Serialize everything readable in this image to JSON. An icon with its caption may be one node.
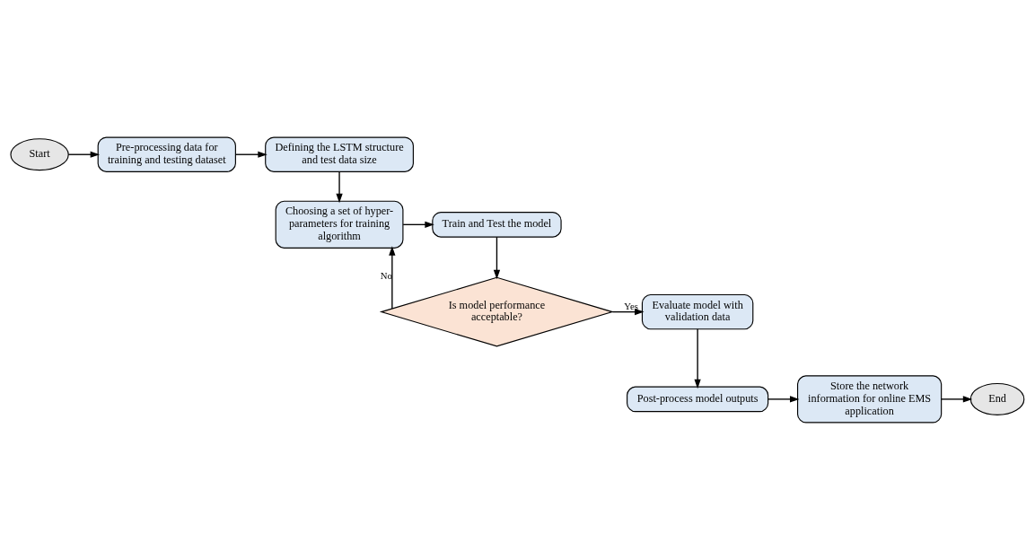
{
  "diagram": {
    "nodes": [
      {
        "text": [
          "Start"
        ]
      },
      {
        "text": [
          "Pre-processing data for training and testing dataset"
        ]
      },
      {
        "text": [
          "Defining the LSTM structure and test data size"
        ]
      },
      {
        "text": [
          "Choosing a set of hyper-parameters for training algorithm"
        ]
      },
      {
        "text": [
          "Train and Test the model"
        ]
      },
      {
        "text": [
          "Is model performance acceptable?"
        ]
      },
      {
        "text": [
          "Evaluate model with validation data"
        ]
      },
      {
        "text": [
          "Post-process model outputs"
        ]
      },
      {
        "text": [
          "Store the network information for online EMS application"
        ]
      },
      {
        "text": [
          "End"
        ]
      }
    ],
    "edges": [
      {
        "from": 0,
        "to": 1,
        "arrow": "to"
      },
      {
        "from": 1,
        "to": 2,
        "arrow": "to"
      },
      {
        "from": 2,
        "to": 3,
        "arrow": "to"
      },
      {
        "from": 3,
        "to": 4,
        "arrow": "to"
      },
      {
        "from": 4,
        "to": 5,
        "arrow": "to"
      },
      {
        "from": 5,
        "to": 3,
        "arrow": "to",
        "label": "No"
      },
      {
        "from": 5,
        "to": 6,
        "arrow": "to",
        "label": "Yes"
      },
      {
        "from": 6,
        "to": 7,
        "arrow": "to"
      },
      {
        "from": 7,
        "to": 8,
        "arrow": "to"
      },
      {
        "from": 8,
        "to": 9,
        "arrow": "to"
      }
    ]
  }
}
